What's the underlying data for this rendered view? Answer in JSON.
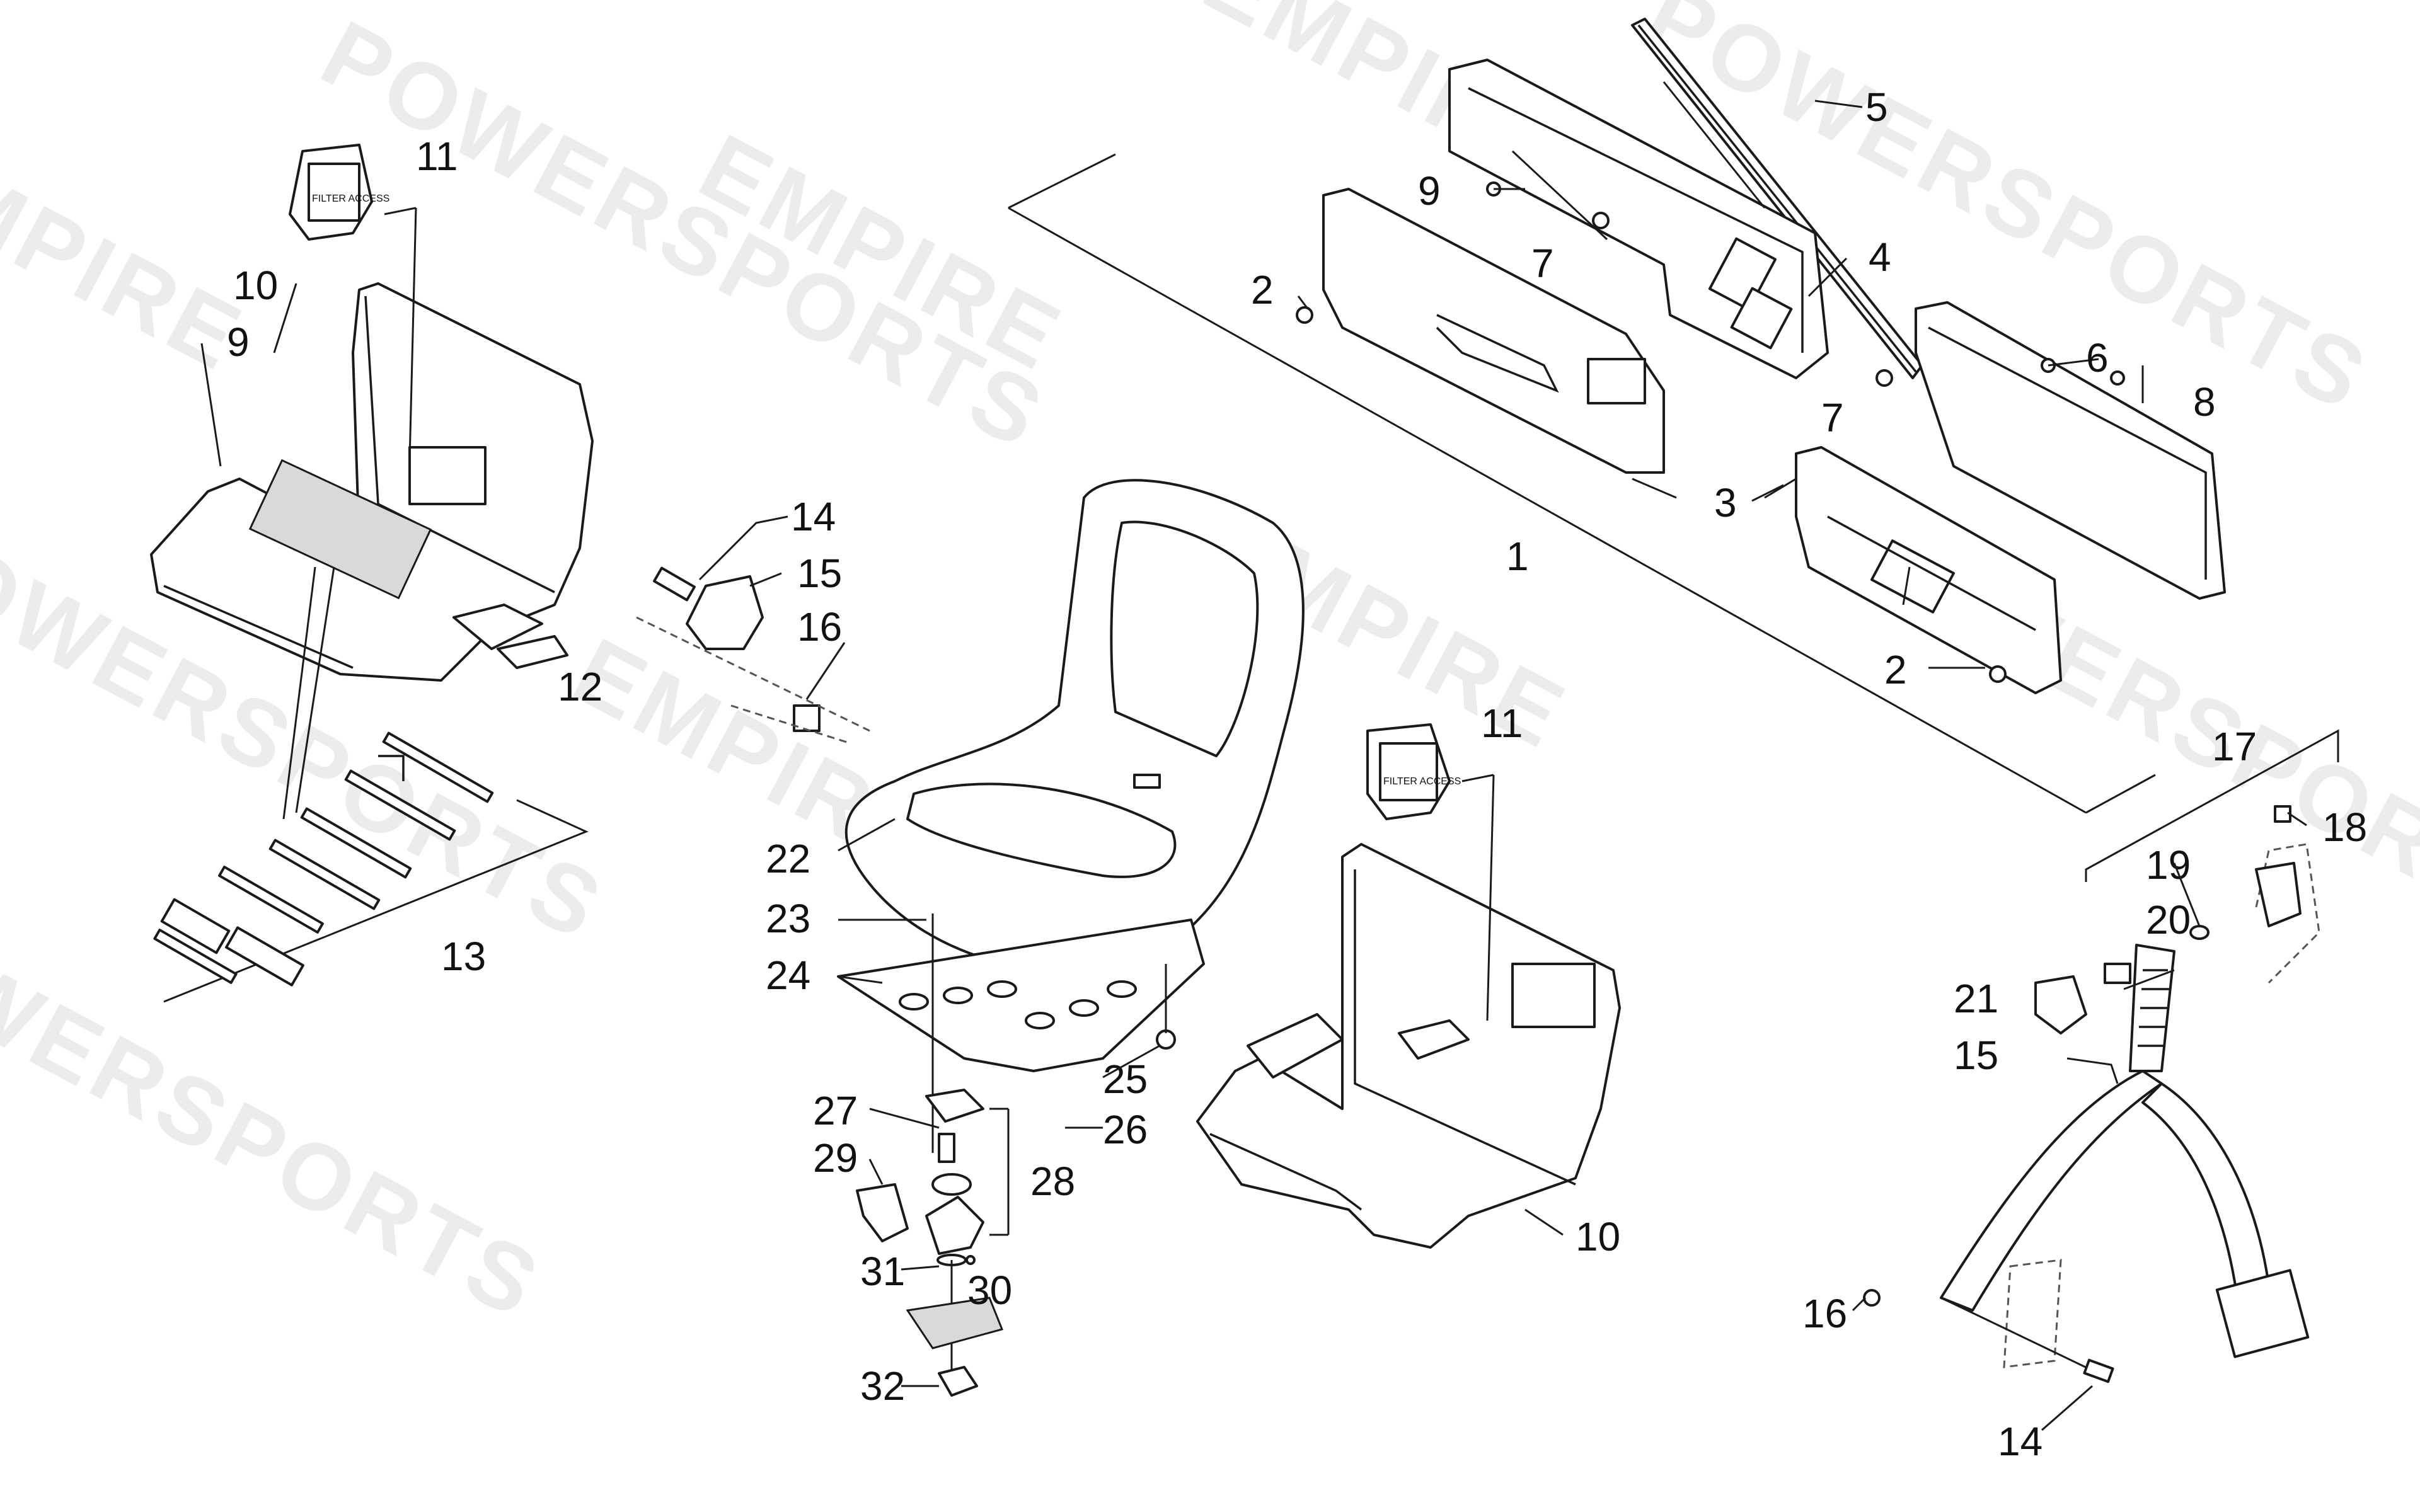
{
  "watermark": "EMPIRE POWERSPORTS",
  "watermark_words": [
    "EMPIRE",
    "POWERSPORTS",
    "POWERSPORTS",
    "EMPIRE",
    "EMPIRE",
    "POWERSPORTS",
    "POWERSPORTS",
    "EMPIRE",
    "EMPIRE",
    "POWERSPORTS"
  ],
  "filter_label": "FILTER ACCESS",
  "callouts": [
    "1",
    "2",
    "2",
    "3",
    "4",
    "5",
    "6",
    "7",
    "7",
    "8",
    "9",
    "9",
    "10",
    "10",
    "11",
    "11",
    "12",
    "13",
    "14",
    "14",
    "15",
    "15",
    "16",
    "16",
    "17",
    "18",
    "19",
    "20",
    "21",
    "22",
    "23",
    "24",
    "25",
    "26",
    "27",
    "28",
    "29",
    "30",
    "31",
    "32"
  ],
  "colors": {
    "line": "#1a1a1a",
    "background": "#ffffff",
    "watermark": "#e6e6e6"
  }
}
